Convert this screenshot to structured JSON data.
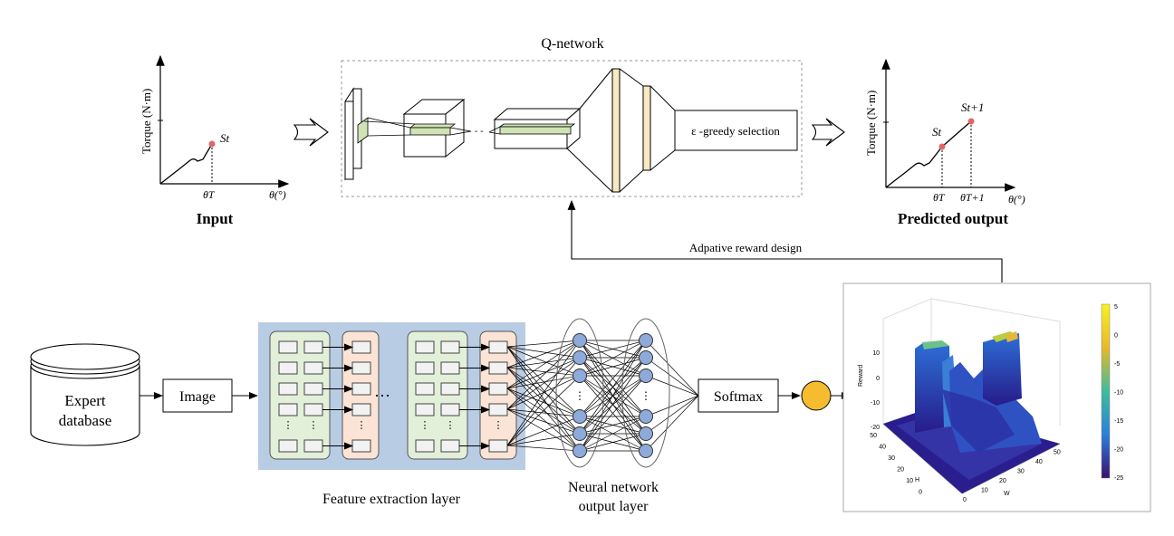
{
  "q_network": {
    "title": "Q-network",
    "selection_label": "ε -greedy selection"
  },
  "input_plot": {
    "caption": "Input",
    "ylabel": "Torque (N·m)",
    "xlabel": "θ(°)",
    "state_label": "St",
    "tick_label": "θT"
  },
  "output_plot": {
    "caption": "Predicted output",
    "ylabel": "Torque (N·m)",
    "xlabel": "θ(°)",
    "state_label": "St",
    "next_state_label": "St+1",
    "tick_label": "θT",
    "next_tick_label": "θT+1"
  },
  "reward_label": "Adpative reward design",
  "pipeline": {
    "database": "Expert database",
    "database_line1": "Expert",
    "database_line2": "database",
    "image": "Image",
    "ellipsis": "…",
    "feature_label": "Feature extraction layer",
    "nn_label_line1": "Neural network",
    "nn_label_line2": "output layer",
    "softmax": "Softmax"
  },
  "surface": {
    "zlabel": "Reward",
    "hlabel": "H",
    "wlabel": "W",
    "z_ticks": [
      "10",
      "0",
      "-10",
      "-20"
    ],
    "h_ticks": [
      "50",
      "40",
      "30",
      "20",
      "10",
      "0"
    ],
    "w_ticks": [
      "0",
      "10",
      "20",
      "30",
      "40",
      "50"
    ],
    "colorbar_ticks": [
      "5",
      "0",
      "-5",
      "-10",
      "-15",
      "-20",
      "-25"
    ],
    "colors": {
      "low": "#2b1a8f",
      "mid": "#1f9fc0",
      "high": "#f5e626"
    }
  },
  "colors": {
    "feature_panel": "#b8cce4",
    "green_block": "#e2efd9",
    "orange_block": "#fbe4d5",
    "node": "#8eaadb",
    "output_node": "#f6bc2f",
    "point": "#e06666",
    "fc_bar": "#f8e9c0"
  }
}
